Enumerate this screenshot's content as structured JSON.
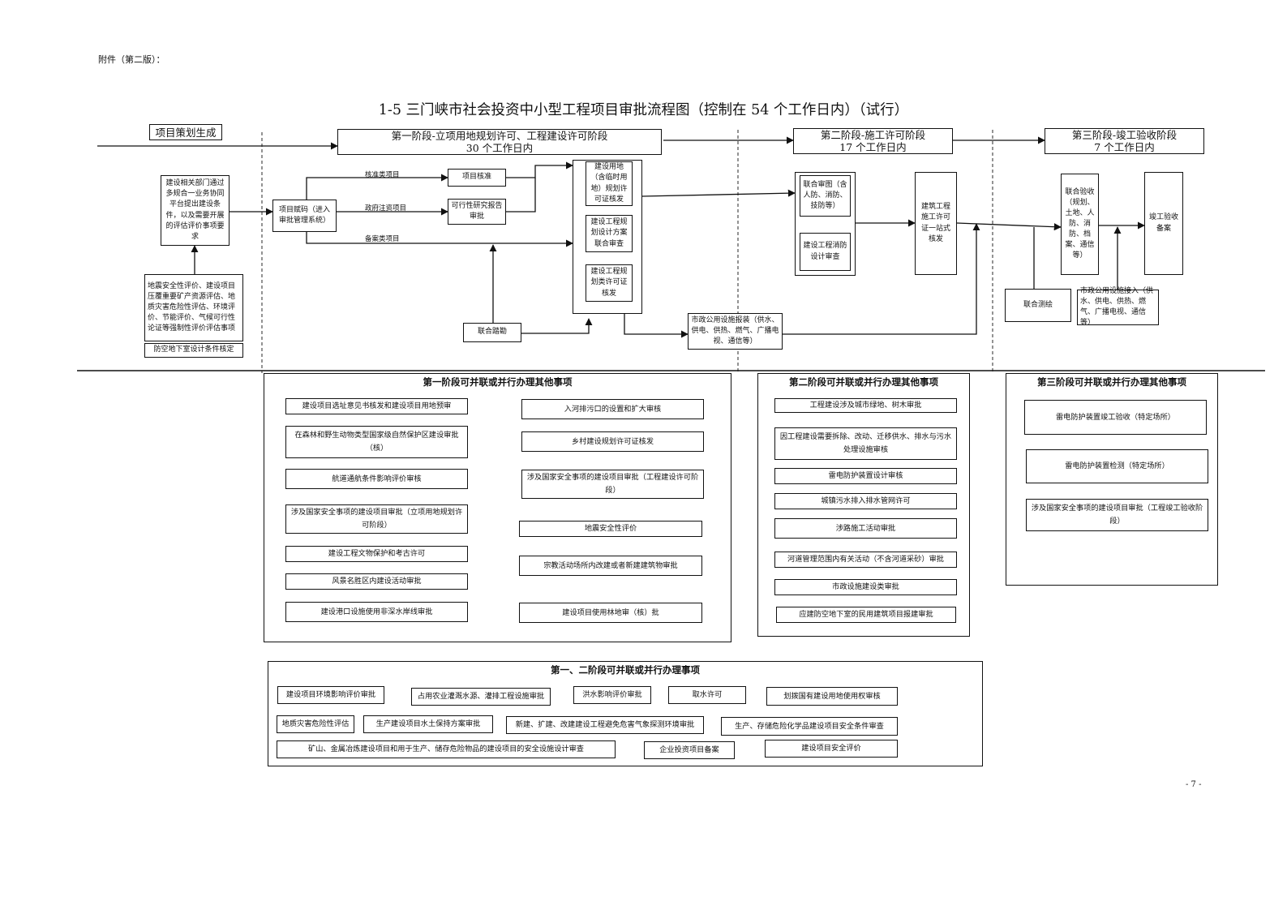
{
  "attachment_label": "附件（第二版）：",
  "title": "1-5 三门峡市社会投资中小型工程项目审批流程图（控制在 54 个工作日内）（试行）",
  "page_number": "- 7 -",
  "start": {
    "label": "项目策划生成"
  },
  "stages": [
    {
      "name": "第一阶段-立项用地规划许可、工程建设许可阶段",
      "days": "30 个工作日内"
    },
    {
      "name": "第二阶段-施工许可阶段",
      "days": "17 个工作日内"
    },
    {
      "name": "第三阶段-竣工验收阶段",
      "days": "7 个工作日内"
    }
  ],
  "flow": {
    "platform_box": "建设相关部门通过多规合一业务协同平台提出建设条件，以及需要开展的评估评价事项要求",
    "assessments_box": "地震安全性评价、建设项目压覆重要矿产资源评估、地质灾害危险性评估、环境评价、节能评价、气候可行性论证等强制性评价评估事项",
    "air_defense_box": "防空地下室设计条件核定",
    "project_code_box": "项目赋码（进入审批管理系统）",
    "branch_labels": [
      "核准类项目",
      "政府注资项目",
      "备案类项目"
    ],
    "project_approval": "项目核准",
    "feasibility": "可行性研究报告审批",
    "land_permit": "建设用地（含临时用地）规划许可证核发",
    "design_review": "建设工程规划设计方案联合审查",
    "planning_permit": "建设工程规划类许可证核发",
    "joint_survey": "联合踏勘",
    "utilities_report": "市政公用设施报装（供水、供电、供热、燃气、广播电视、通信等）",
    "joint_drawing_review": "联合审图（含人防、消防、技防等）",
    "fire_design_review": "建设工程消防设计审查",
    "construction_permit": "建筑工程施工许可证一站式核发",
    "joint_acceptance": "联合验收（规划、土地、人防、消防、档案、通信等）",
    "joint_mapping": "联合测绘",
    "utilities_connect": "市政公用设施接入（供水、供电、供热、燃气、广播电视、通信等）",
    "completion_filing": "竣工验收备案"
  },
  "panels": {
    "stage1": {
      "title": "第一阶段可并联或并行办理其他事项",
      "left": [
        "建设项目选址意见书核发和建设项目用地预审",
        "在森林和野生动物类型国家级自然保护区建设审批（核）",
        "航道通航条件影响评价审核",
        "涉及国家安全事项的建设项目审批（立项用地规划许可阶段）",
        "建设工程文物保护和考古许可",
        "风景名胜区内建设活动审批",
        "建设港口设施使用非深水岸线审批"
      ],
      "right": [
        "入河排污口的设置和扩大审核",
        "乡村建设规划许可证核发",
        "涉及国家安全事项的建设项目审批（工程建设许可阶段）",
        "地震安全性评价",
        "宗教活动场所内改建或者新建建筑物审批",
        "建设项目使用林地审（核）批"
      ]
    },
    "stage2": {
      "title": "第二阶段可并联或并行办理其他事项",
      "items": [
        "工程建设涉及城市绿地、树木审批",
        "因工程建设需要拆除、改动、迁移供水、排水与污水处理设施审核",
        "雷电防护装置设计审核",
        "城镇污水排入排水管网许可",
        "涉路施工活动审批",
        "河道管理范围内有关活动（不含河道采砂）审批",
        "市政设施建设类审批",
        "应建防空地下室的民用建筑项目报建审批"
      ]
    },
    "stage3": {
      "title": "第三阶段可并联或并行办理其他事项",
      "items": [
        "雷电防护装置竣工验收（特定场所）",
        "雷电防护装置检测（特定场所）",
        "涉及国家安全事项的建设项目审批（工程竣工验收阶段）"
      ]
    },
    "stage12": {
      "title": "第一、二阶段可并联或并行办理事项",
      "items": [
        "建设项目环境影响评价审批",
        "占用农业灌溉水源、灌排工程设施审批",
        "洪水影响评价审批",
        "取水许可",
        "划拨国有建设用地使用权审核",
        "地质灾害危险性评估",
        "生产建设项目水土保持方案审批",
        "新建、扩建、改建建设工程避免危害气象探测环境审批",
        "生产、存储危险化学品建设项目安全条件审查",
        "矿山、金属冶炼建设项目和用于生产、储存危险物品的建设项目的安全设施设计审查",
        "企业投资项目备案",
        "建设项目安全评价"
      ]
    }
  }
}
